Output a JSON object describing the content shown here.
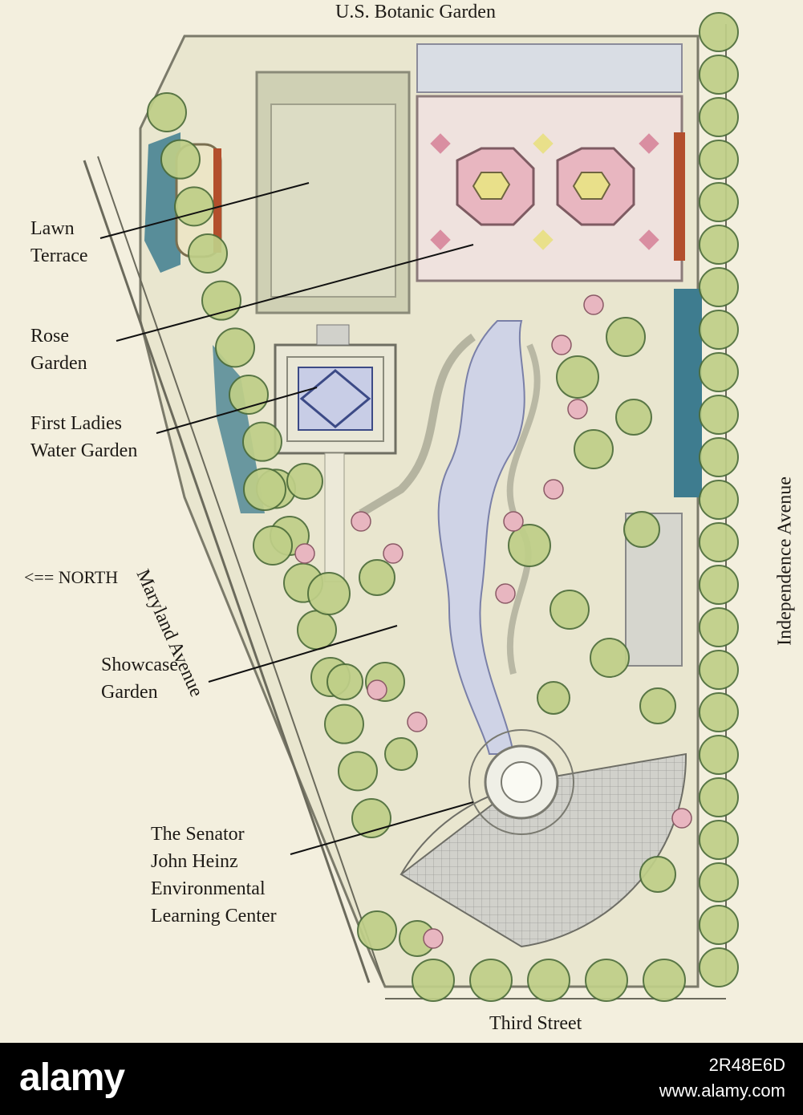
{
  "map": {
    "top_label": "U.S. Botanic Garden",
    "bottom_label": "Third Street",
    "left_street": "Maryland Avenue",
    "right_street": "Independence Avenue",
    "north_indicator": "<== NORTH",
    "labels": {
      "lawn_terrace": [
        "Lawn",
        "Terrace"
      ],
      "rose_garden": [
        "Rose",
        "Garden"
      ],
      "first_ladies": [
        "First Ladies",
        "Water Garden"
      ],
      "showcase": [
        "Showcase",
        "Garden"
      ],
      "heinz": [
        "The Senator",
        "John Heinz",
        "Environmental",
        "Learning Center"
      ]
    },
    "colors": {
      "background": "#f3efde",
      "tree_fill": "#bfcf88",
      "tree_outline": "#4d6d3a",
      "water": "#3e7c8f",
      "lawn": "#dcdcc4",
      "pink_flower": "#e8b6c0",
      "pavement": "#c9c9c4"
    }
  },
  "footer": {
    "brand": "alamy",
    "image_id": "2R48E6D",
    "site": "www.alamy.com"
  }
}
